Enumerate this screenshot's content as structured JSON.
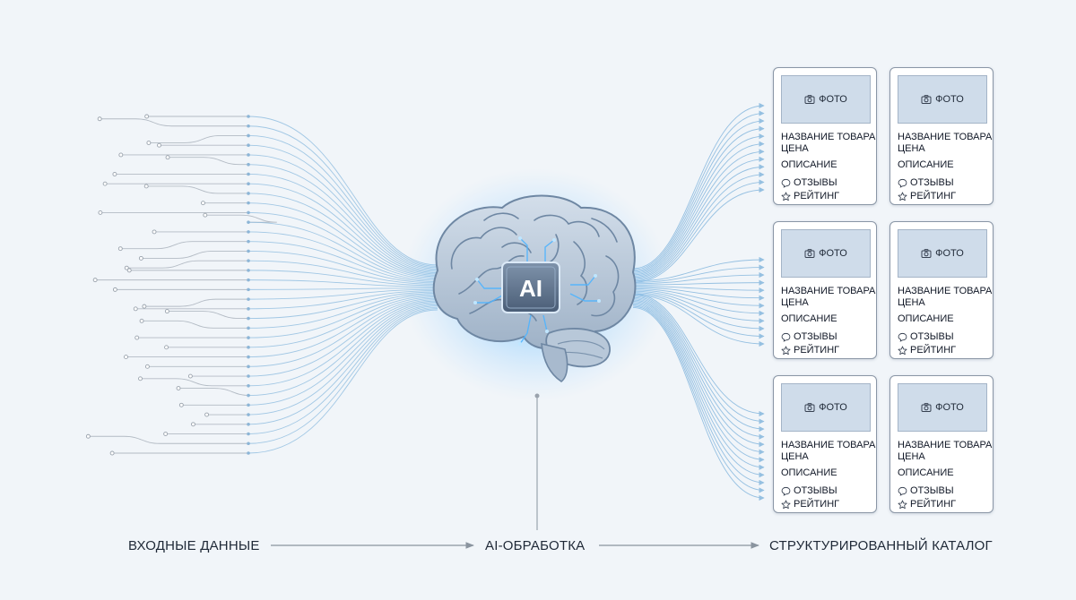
{
  "processor": {
    "chip_label": "AI"
  },
  "product_card": {
    "photo_label": "ФОТО",
    "photo_icon": "camera-icon",
    "title_label": "НАЗВАНИЕ ТОВАРА",
    "price_label": "ЦЕНА",
    "description_label": "ОПИСАНИЕ",
    "reviews_label": "ОТЗЫВЫ",
    "reviews_icon": "speech-bubble-icon",
    "rating_label": "РЕЙТИНГ",
    "rating_icon": "star-icon"
  },
  "catalog_grid": {
    "columns": 2,
    "rows": 3
  },
  "pipeline": {
    "input_label": "ВХОДНЫЕ ДАННЫЕ",
    "processing_label": "AI-ОБРАБОТКА",
    "output_label": "СТРУКТУРИРОВАННЫЙ КАТАЛОГ"
  },
  "colors": {
    "background": "#f1f5f9",
    "flow_line": "#7fb3dc",
    "input_line": "#a8b0bb",
    "glow": "#5ab8ff",
    "brain": "#c3d1e0",
    "card_border": "#8a96a6",
    "photo_fill": "#cfdcea"
  }
}
